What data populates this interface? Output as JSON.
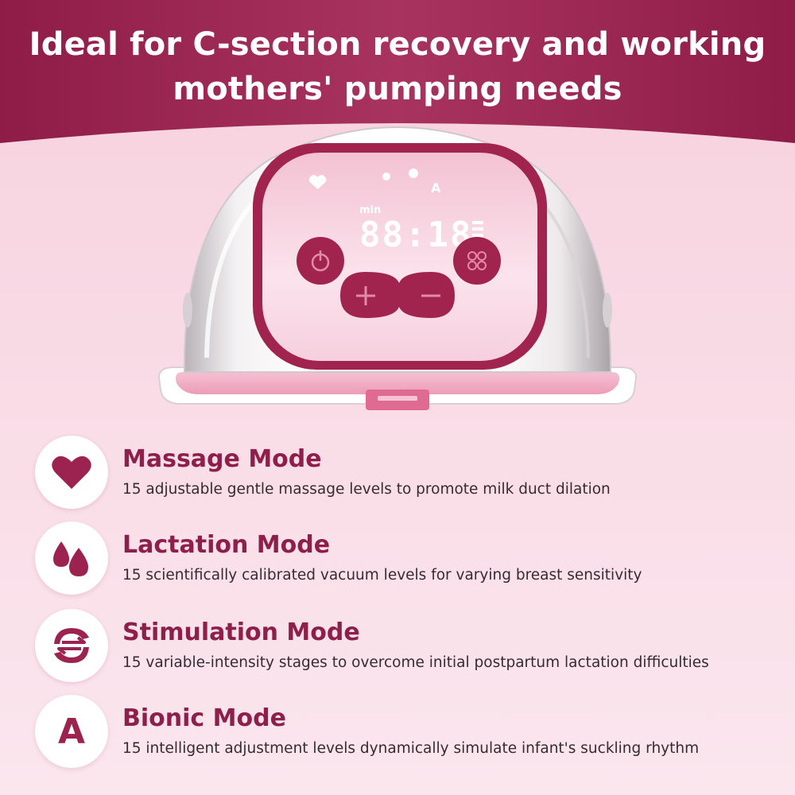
{
  "header": {
    "line1": "Ideal for C-section recovery and working",
    "line2": "mothers' pumping needs"
  },
  "device": {
    "display_unit": "min",
    "display_digits": "88:18",
    "mode_letter": "A"
  },
  "features": [
    {
      "icon": "heart-icon",
      "title": "Massage Mode",
      "description": "15 adjustable gentle massage levels to promote milk duct dilation"
    },
    {
      "icon": "droplets-icon",
      "title": "Lactation Mode",
      "description": "15 scientifically calibrated vacuum levels for varying breast sensitivity"
    },
    {
      "icon": "cycle-arrows-icon",
      "title": "Stimulation Mode",
      "description": "15 variable-intensity stages to overcome initial postpartum lactation difficulties"
    },
    {
      "icon": "letter-a-icon",
      "icon_letter": "A",
      "title": "Bionic Mode",
      "description": "15 intelligent adjustment levels dynamically simulate infant's suckling rhythm"
    }
  ],
  "colors": {
    "brand": "#8e1f4b",
    "header_bg": "#9c2350",
    "page_bg": "#f8d8e3",
    "text": "#3a2a30"
  }
}
